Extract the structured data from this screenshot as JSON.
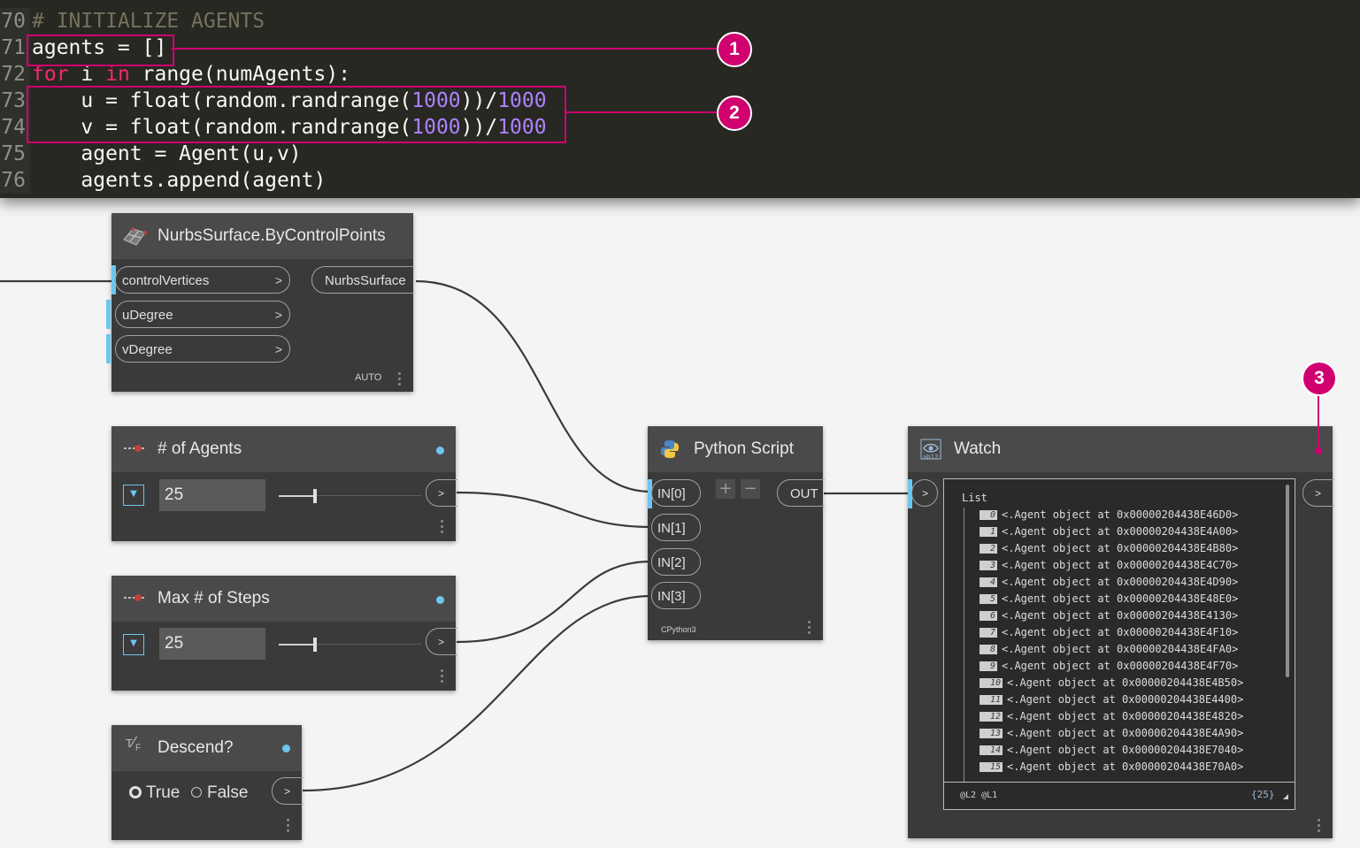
{
  "code": {
    "lines": [
      {
        "num": "70",
        "tokens": [
          {
            "t": "# INITIALIZE AGENTS",
            "c": "cm"
          }
        ]
      },
      {
        "num": "71",
        "tokens": [
          {
            "t": "agents = []",
            "c": "tx"
          }
        ]
      },
      {
        "num": "72",
        "tokens": [
          {
            "t": "for",
            "c": "kw"
          },
          {
            "t": " i ",
            "c": "tx"
          },
          {
            "t": "in",
            "c": "kw"
          },
          {
            "t": " range(numAgents):",
            "c": "tx"
          }
        ]
      },
      {
        "num": "73",
        "tokens": [
          {
            "t": "    u = float(random.randrange(",
            "c": "tx"
          },
          {
            "t": "1000",
            "c": "nm"
          },
          {
            "t": "))/",
            "c": "tx"
          },
          {
            "t": "1000",
            "c": "nm"
          }
        ]
      },
      {
        "num": "74",
        "tokens": [
          {
            "t": "    v = float(random.randrange(",
            "c": "tx"
          },
          {
            "t": "1000",
            "c": "nm"
          },
          {
            "t": "))/",
            "c": "tx"
          },
          {
            "t": "1000",
            "c": "nm"
          }
        ]
      },
      {
        "num": "75",
        "tokens": [
          {
            "t": "    agent = Agent(u,v)",
            "c": "tx"
          }
        ]
      },
      {
        "num": "76",
        "tokens": [
          {
            "t": "    agents.append(agent)",
            "c": "tx"
          }
        ]
      }
    ]
  },
  "callouts": [
    "1",
    "2",
    "3"
  ],
  "nurbs_node": {
    "title": "NurbsSurface.ByControlPoints",
    "icon": "nurbs-surface-icon",
    "inputs": [
      "controlVertices",
      "uDegree",
      "vDegree"
    ],
    "output": "NurbsSurface",
    "lacing": "AUTO"
  },
  "agents_node": {
    "title": "# of Agents",
    "value": "25",
    "slider_fraction": 0.25,
    "icon": "slider-icon"
  },
  "steps_node": {
    "title": "Max # of Steps",
    "value": "25",
    "slider_fraction": 0.25,
    "icon": "slider-icon"
  },
  "descend_node": {
    "title": "Descend?",
    "true_label": "True",
    "false_label": "False",
    "selected": "True",
    "icon": "boolean-icon"
  },
  "python_node": {
    "title": "Python Script",
    "icon": "python-icon",
    "inputs": [
      "IN[0]",
      "IN[1]",
      "IN[2]",
      "IN[3]"
    ],
    "output": "OUT",
    "engine": "CPython3",
    "add_label": "+",
    "remove_label": "−"
  },
  "watch_node": {
    "title": "Watch",
    "icon": "watch-icon",
    "list_label": "List",
    "items": [
      {
        "i": "0",
        "v": "<.Agent object at 0x00000204438E46D0>"
      },
      {
        "i": "1",
        "v": "<.Agent object at 0x00000204438E4A00>"
      },
      {
        "i": "2",
        "v": "<.Agent object at 0x00000204438E4B80>"
      },
      {
        "i": "3",
        "v": "<.Agent object at 0x00000204438E4C70>"
      },
      {
        "i": "4",
        "v": "<.Agent object at 0x00000204438E4D90>"
      },
      {
        "i": "5",
        "v": "<.Agent object at 0x00000204438E48E0>"
      },
      {
        "i": "6",
        "v": "<.Agent object at 0x00000204438E4130>"
      },
      {
        "i": "7",
        "v": "<.Agent object at 0x00000204438E4F10>"
      },
      {
        "i": "8",
        "v": "<.Agent object at 0x00000204438E4FA0>"
      },
      {
        "i": "9",
        "v": "<.Agent object at 0x00000204438E4F70>"
      },
      {
        "i": "10",
        "v": "<.Agent object at 0x00000204438E4B50>"
      },
      {
        "i": "11",
        "v": "<.Agent object at 0x00000204438E4400>"
      },
      {
        "i": "12",
        "v": "<.Agent object at 0x00000204438E4820>"
      },
      {
        "i": "13",
        "v": "<.Agent object at 0x00000204438E4A90>"
      },
      {
        "i": "14",
        "v": "<.Agent object at 0x00000204438E7040>"
      },
      {
        "i": "15",
        "v": "<.Agent object at 0x00000204438E70A0>"
      }
    ],
    "levels": "@L2 @L1",
    "count": "{25}"
  },
  "colors": {
    "accent": "#d0006f",
    "port": "#6ec5f0",
    "node_body": "#3a3a3a",
    "node_header": "#4a4a4a"
  }
}
